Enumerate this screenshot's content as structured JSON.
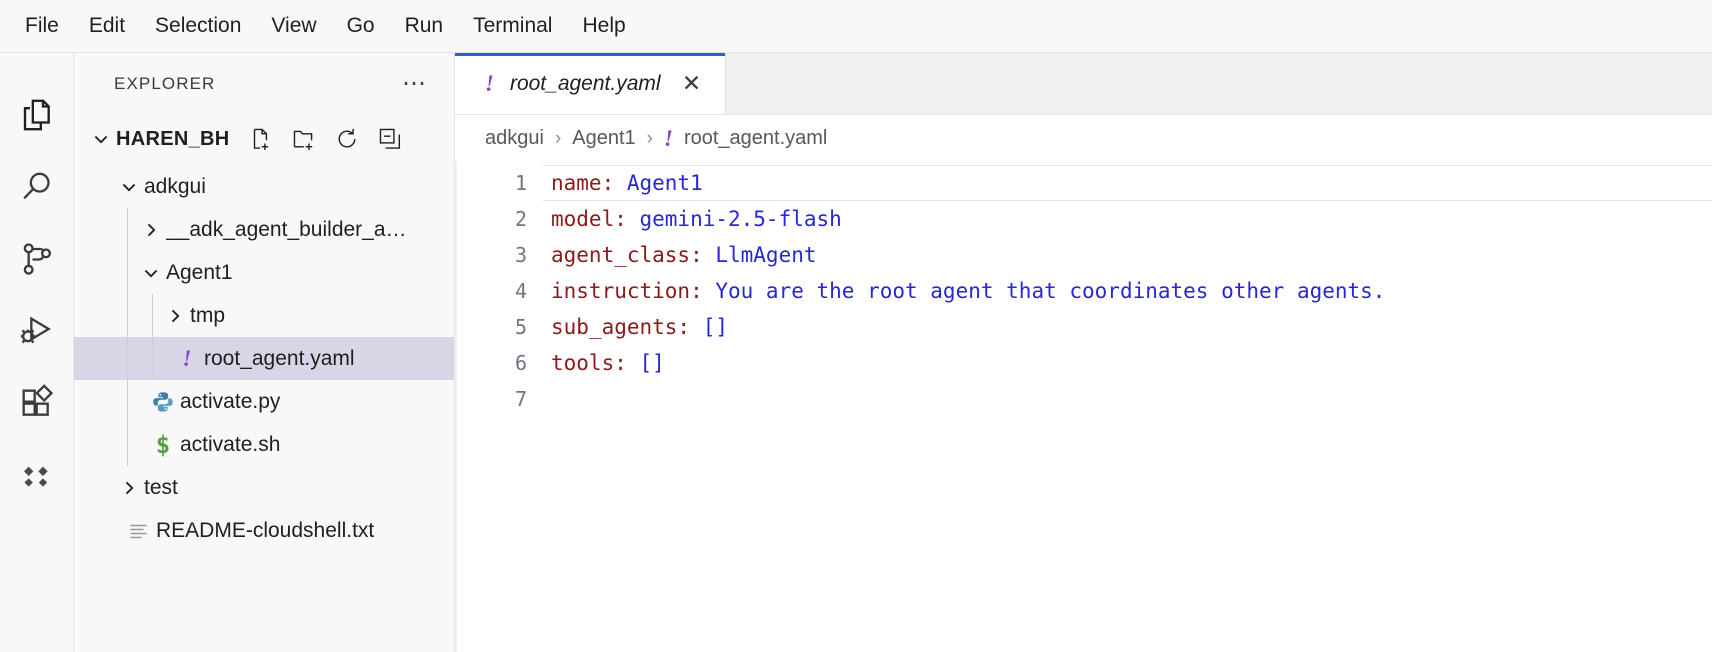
{
  "menubar": {
    "items": [
      {
        "label": "File"
      },
      {
        "label": "Edit"
      },
      {
        "label": "Selection"
      },
      {
        "label": "View"
      },
      {
        "label": "Go"
      },
      {
        "label": "Run"
      },
      {
        "label": "Terminal"
      },
      {
        "label": "Help"
      }
    ]
  },
  "activitybar": {
    "items": [
      {
        "name": "explorer-icon",
        "title": "Explorer",
        "active": true
      },
      {
        "name": "search-icon",
        "title": "Search",
        "active": false
      },
      {
        "name": "source-control-icon",
        "title": "Source Control",
        "active": false
      },
      {
        "name": "run-and-debug-icon",
        "title": "Run and Debug",
        "active": false
      },
      {
        "name": "extensions-icon",
        "title": "Extensions",
        "active": false
      },
      {
        "name": "gemini-code-assist-icon",
        "title": "Gemini Code Assist",
        "active": false
      }
    ]
  },
  "sidebar": {
    "title": "EXPLORER",
    "more_actions": "⋯",
    "root": {
      "label": "HAREN_BH",
      "expanded": true,
      "actions": [
        {
          "name": "new-file-icon",
          "title": "New File"
        },
        {
          "name": "new-folder-icon",
          "title": "New Folder"
        },
        {
          "name": "refresh-icon",
          "title": "Refresh Explorer"
        },
        {
          "name": "collapse-all-icon",
          "title": "Collapse Folders in Explorer"
        }
      ]
    },
    "tree": [
      {
        "label": "adkgui",
        "type": "folder",
        "expanded": true,
        "depth": 1,
        "icon": "chevron-down-icon",
        "selected": false
      },
      {
        "label": "__adk_agent_builder_a…",
        "type": "folder",
        "expanded": false,
        "depth": 2,
        "icon": "chevron-right-icon",
        "selected": false
      },
      {
        "label": "Agent1",
        "type": "folder",
        "expanded": true,
        "depth": 2,
        "icon": "chevron-down-icon",
        "selected": false
      },
      {
        "label": "tmp",
        "type": "folder",
        "expanded": false,
        "depth": 3,
        "icon": "chevron-right-icon",
        "selected": false
      },
      {
        "label": "root_agent.yaml",
        "type": "file",
        "depth": 3,
        "icon": "yaml-file-icon",
        "selected": true
      },
      {
        "label": "activate.py",
        "type": "file",
        "depth": 2,
        "icon": "python-file-icon",
        "selected": false
      },
      {
        "label": "activate.sh",
        "type": "file",
        "depth": 2,
        "icon": "shell-file-icon",
        "selected": false
      },
      {
        "label": "test",
        "type": "folder",
        "expanded": false,
        "depth": 1,
        "icon": "chevron-right-icon",
        "selected": false
      },
      {
        "label": "README-cloudshell.txt",
        "type": "file",
        "depth": 1,
        "icon": "text-file-icon",
        "selected": false
      }
    ]
  },
  "editor": {
    "tabs": [
      {
        "label": "root_agent.yaml",
        "icon": "yaml-file-icon",
        "active": true,
        "preview": true,
        "close_label": "✕"
      }
    ],
    "breadcrumb": [
      {
        "label": "adkgui",
        "icon": null
      },
      {
        "label": "Agent1",
        "icon": null
      },
      {
        "label": "root_agent.yaml",
        "icon": "yaml-file-icon"
      }
    ],
    "breadcrumb_separator": "›",
    "lines": [
      {
        "number": "1",
        "key": "name:",
        "value": " Agent1",
        "current": true
      },
      {
        "number": "2",
        "key": "model:",
        "value": " gemini-2.5-flash",
        "current": false
      },
      {
        "number": "3",
        "key": "agent_class:",
        "value": " LlmAgent",
        "current": false
      },
      {
        "number": "4",
        "key": "instruction:",
        "value": " You are the root agent that coordinates other agents.",
        "current": false
      },
      {
        "number": "5",
        "key": "sub_agents:",
        "value": " []",
        "current": false
      },
      {
        "number": "6",
        "key": "tools:",
        "value": " []",
        "current": false
      },
      {
        "number": "7",
        "key": "",
        "value": "",
        "current": false
      }
    ]
  },
  "colors": {
    "accent": "#2b5fd9",
    "yaml_icon": "#8e44c8",
    "yaml_key": "#8b1a1a",
    "yaml_value": "#2727d4",
    "selection": "#d6d6e6",
    "python_icon": "#3b7fa6",
    "shell_icon": "#57a03e"
  }
}
